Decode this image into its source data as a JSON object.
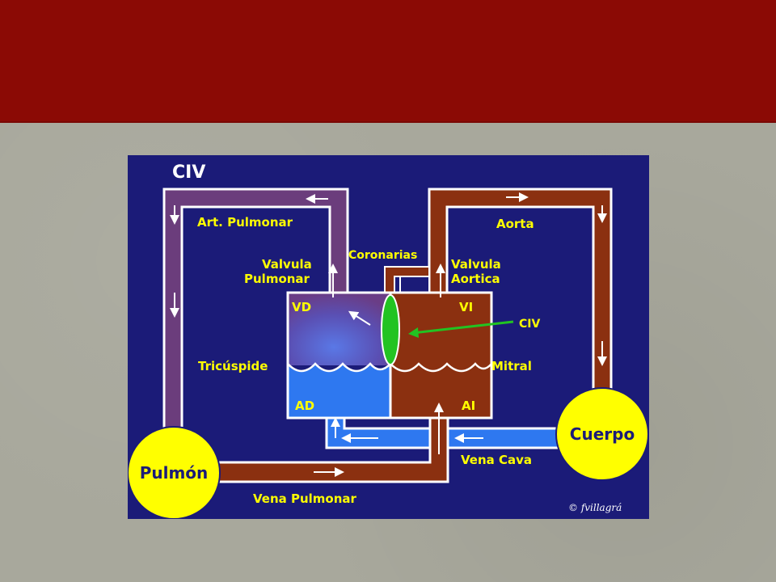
{
  "diagram": {
    "title": "CIV",
    "labels": {
      "art_pulmonar": "Art. Pulmonar",
      "valvula_pulmonar_1": "Valvula",
      "valvula_pulmonar_2": "Pulmonar",
      "coronarias": "Coronarias",
      "valvula_aortica_1": "Valvula",
      "valvula_aortica_2": "Aortica",
      "aorta": "Aorta",
      "vd": "VD",
      "vi": "VI",
      "civ_pointer": "CIV",
      "tricuspide": "Tricúspide",
      "mitral": "Mitral",
      "ad": "AD",
      "ai": "AI",
      "cuerpo": "Cuerpo",
      "pulmon": "Pulmón",
      "vena_cava": "Vena Cava",
      "vena_pulmonar": "Vena Pulmonar",
      "credit": "© fvillagrá"
    },
    "colors": {
      "background": "#1b1b78",
      "pulmonary_vessel": "#6b3d7c",
      "systemic_vessel": "#8b3010",
      "venous_blue": "#2e78f0",
      "organ": "#ffff00",
      "defect": "#22c322",
      "label": "#ffff00",
      "title": "#ffffff"
    }
  }
}
